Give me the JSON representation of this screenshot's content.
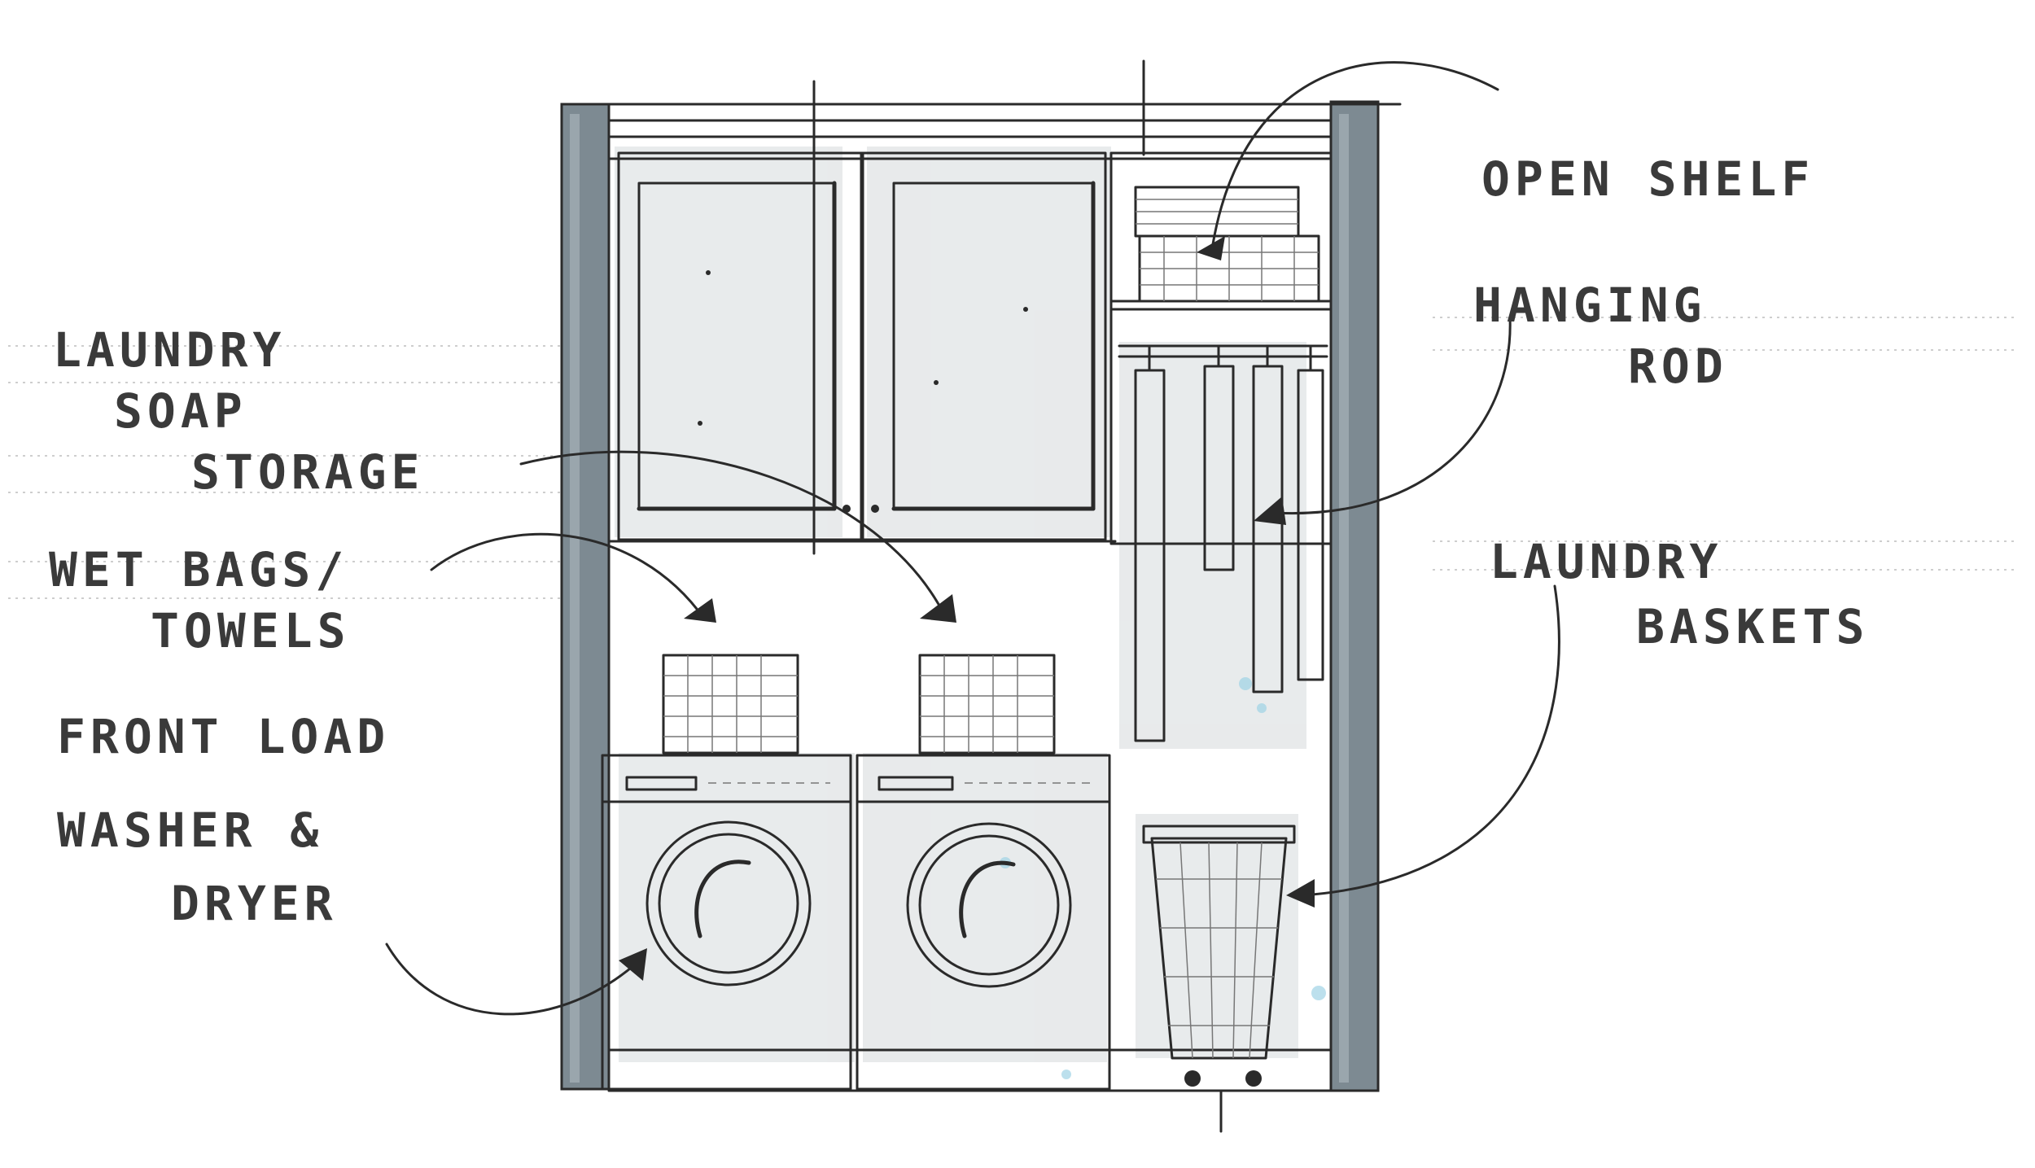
{
  "labels": {
    "open_shelf": [
      "OPEN SHELF"
    ],
    "hanging_rod": [
      "HANGING",
      "ROD"
    ],
    "soap_storage": [
      "LAUNDRY",
      "SOAP",
      "STORAGE"
    ],
    "wet_bags": [
      "WET BAGS/",
      "TOWELS"
    ],
    "laundry_baskets": [
      "LAUNDRY",
      "BASKETS"
    ],
    "washer_dryer": [
      "FRONT LOAD",
      "WASHER &",
      "DRYER"
    ]
  },
  "colors": {
    "ink": "#2a2a2a",
    "wall": "#7d8a92",
    "wall_light": "#9aa6ad",
    "marker_shadow": "#d6dadc",
    "accent_blue": "#9fd3e6"
  }
}
